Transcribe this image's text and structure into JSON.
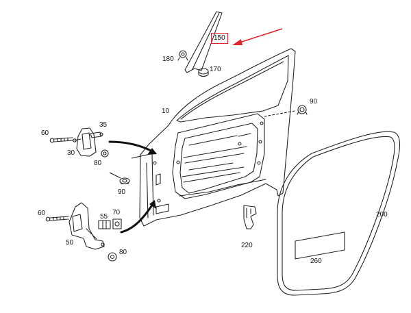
{
  "diagram": {
    "callouts": [
      "150",
      "180",
      "170",
      "10",
      "90",
      "35",
      "60",
      "30",
      "80",
      "90",
      "60",
      "55",
      "70",
      "50",
      "80",
      "200",
      "220",
      "260"
    ],
    "highlighted_callout": "150",
    "highlight_color": "#e0262c",
    "line_color": "#111111"
  }
}
